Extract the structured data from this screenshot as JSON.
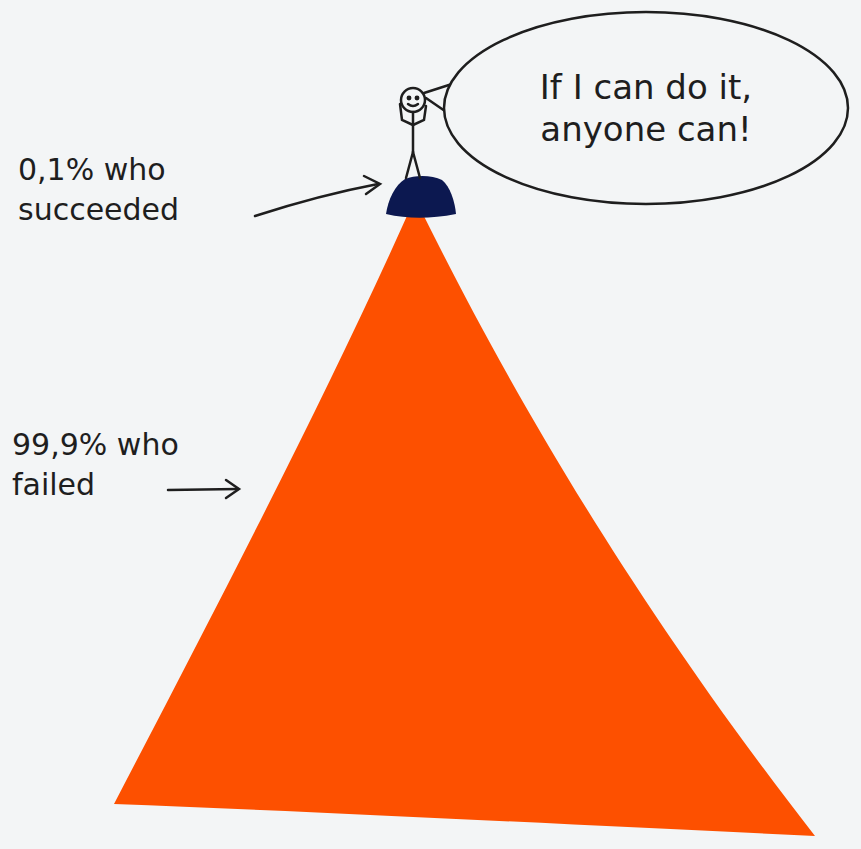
{
  "diagram": {
    "nodes": [
      {
        "text": [
          "If I can do it, anyone can!"
        ]
      }
    ],
    "labels": [
      "0,1% who succeeded",
      "99,9% who failed"
    ]
  }
}
